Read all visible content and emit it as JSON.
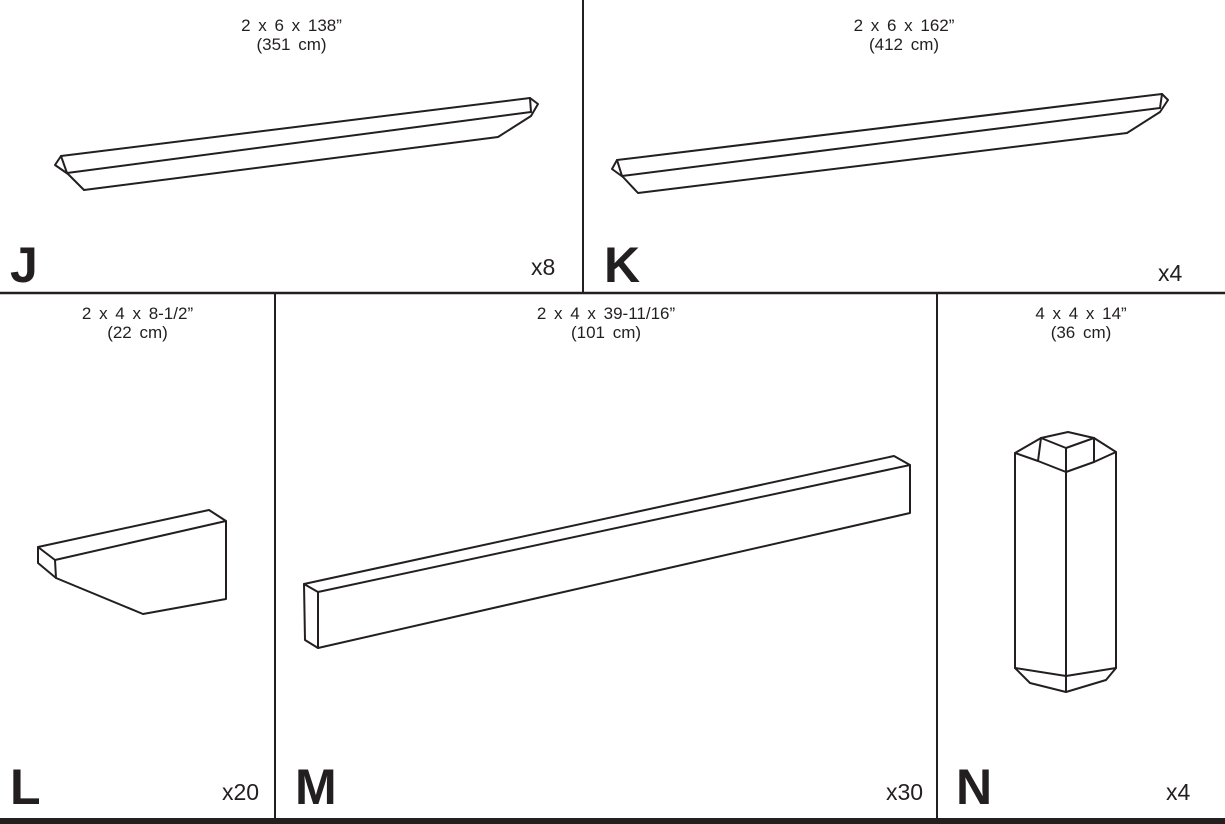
{
  "parts": [
    {
      "id": "J",
      "dimension": "2 x 6 x 138”",
      "metric": "(351  cm)",
      "quantity": "x8"
    },
    {
      "id": "K",
      "dimension": "2 x 6 x 162”",
      "metric": "(412  cm)",
      "quantity": "x4"
    },
    {
      "id": "L",
      "dimension": "2 x 4 x 8-1/2”",
      "metric": "(22  cm)",
      "quantity": "x20"
    },
    {
      "id": "M",
      "dimension": "2 x 4 x 39-11/16”",
      "metric": "(101  cm)",
      "quantity": "x30"
    },
    {
      "id": "N",
      "dimension": "4 x 4 x 14”",
      "metric": "(36  cm)",
      "quantity": "x4"
    }
  ],
  "colors": {
    "ink": "#231f20",
    "background": "#ffffff"
  }
}
